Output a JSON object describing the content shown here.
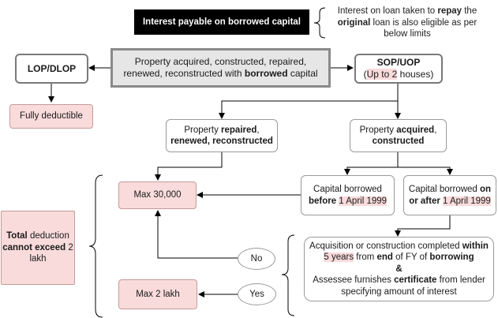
{
  "title": "Interest payable on borrowed capital",
  "note": {
    "p1": "Interest on loan taken to ",
    "b1": "repay",
    "p2": " the ",
    "b2": "original",
    "p3": " loan is also eligible as per below limits"
  },
  "lop": "LOP/DLOP",
  "fully_deductible": "Fully deductible",
  "property": {
    "p1": "Property acquired, constructed, repaired, renewed, reconstructed with ",
    "b1": "borrowed",
    "p2": " capital"
  },
  "sop": {
    "title": "SOP/UOP",
    "open": "(",
    "mid": "Up to ",
    "num": "2",
    "tail": " houses)"
  },
  "repaired": {
    "p1": "Property ",
    "b1": "repaired",
    "p2": ",",
    "b2": "renewed, reconstructed"
  },
  "acquired": {
    "p1": "Property ",
    "b1": "acquired",
    "p2": ",",
    "b2": "constructed"
  },
  "max30": "Max 30,000",
  "before": {
    "p1": "Capital borrowed",
    "b1": "before",
    "d": "1 April 1999"
  },
  "after": {
    "p1": "Capital borrowed ",
    "b1": "on",
    "b2": "or after",
    "d": "1 April 1999"
  },
  "total": {
    "b1": "Total",
    "p1": " deduction",
    "b2": "cannot exceed",
    "n": "2",
    "p2": "lakh"
  },
  "condition": {
    "p1": "Acquisition or construction completed ",
    "b1": "within",
    "hl1": "5 years",
    "p2": " from ",
    "b2": "end",
    "p3": " of FY of ",
    "b3": "borrowing",
    "amp": "&",
    "p4": "Assessee furnishes ",
    "b4": "certificate",
    "p5": " from lender specifying amount of interest"
  },
  "no": "No",
  "yes": "Yes",
  "max2": "Max 2 lakh"
}
